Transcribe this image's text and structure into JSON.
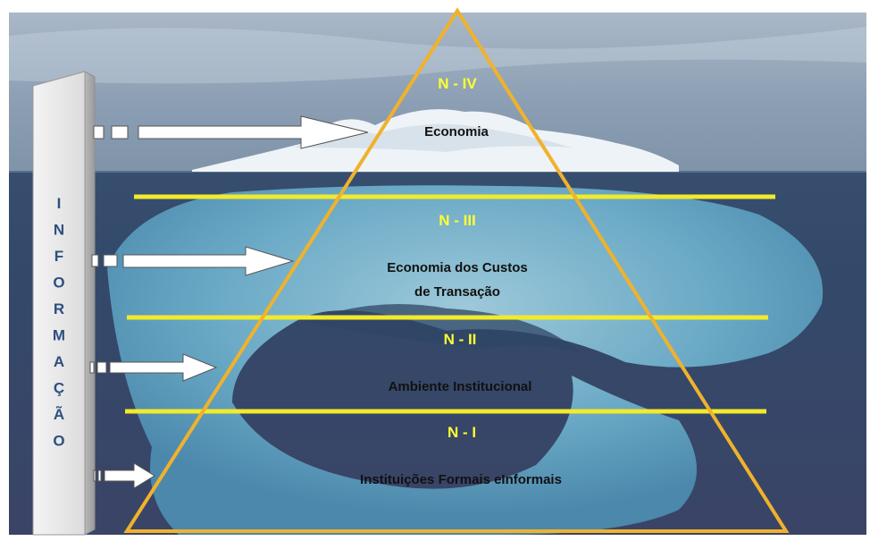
{
  "column": {
    "letters": [
      "I",
      "N",
      "F",
      "O",
      "R",
      "M",
      "A",
      "Ç",
      "Ã",
      "O"
    ]
  },
  "levels": [
    {
      "code": "N - IV",
      "lines": [
        "Economia"
      ]
    },
    {
      "code": "N - III",
      "lines": [
        "Economia dos Custos",
        "de Transação"
      ]
    },
    {
      "code": "N - II",
      "lines": [
        "Ambiente Institucional"
      ]
    },
    {
      "code": "N - I",
      "lines": [
        "Instituições Formais eInformais"
      ]
    }
  ],
  "colors": {
    "label_yellow": "#ffff33",
    "band_yellow": "#f2ea2a",
    "triangle_orange": "#f0b22c",
    "column_text": "#2d4f80",
    "text_dark": "#111111"
  }
}
